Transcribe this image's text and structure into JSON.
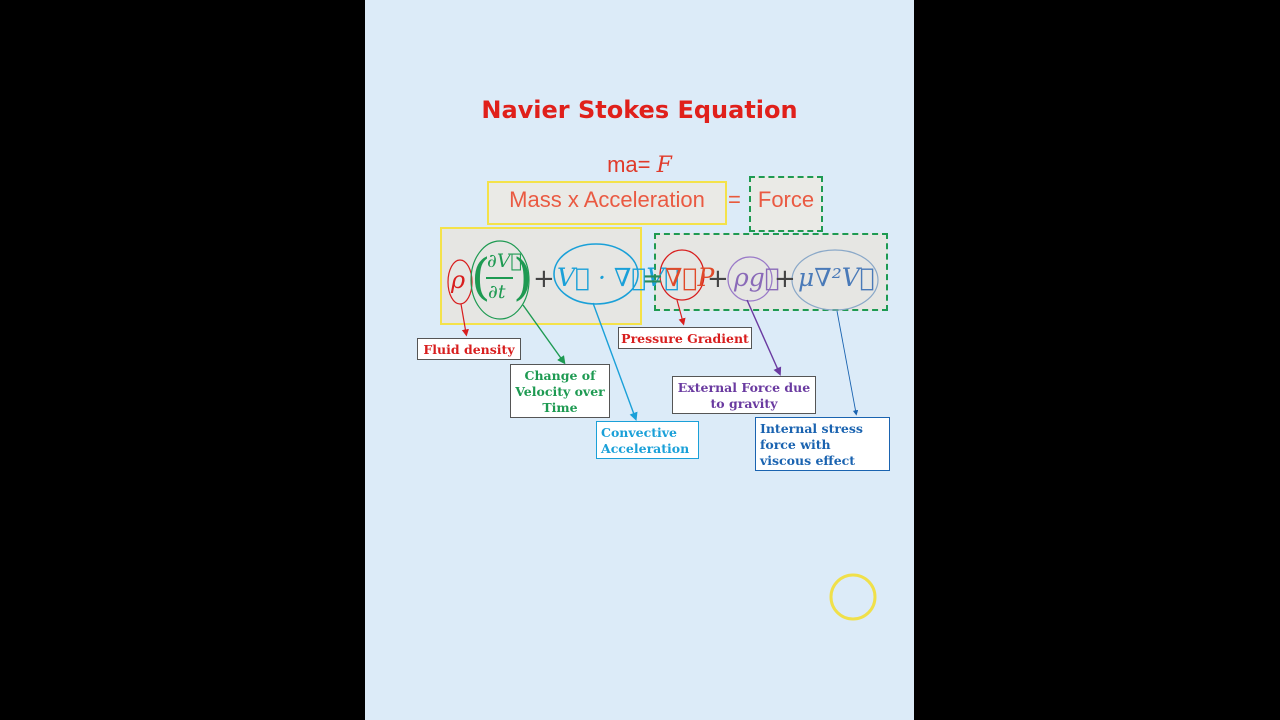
{
  "title": "Navier Stokes Equation",
  "basic_equation": {
    "lhs": "ma",
    "eq": "=",
    "rhs": "F"
  },
  "word_equation": {
    "lhs": "Mass x Acceleration",
    "eq": "=",
    "rhs": "Force"
  },
  "navier_stokes": {
    "rho": "ρ",
    "dV": "∂V⃗",
    "dt": "∂t",
    "plus1": "+",
    "convective": "V⃗ · ∇⃗V⃗",
    "equals": "=",
    "pressure": "∇⃗P",
    "plus2": "+",
    "gravity": "ρg⃗",
    "plus3": "+",
    "viscous": "μ∇²V⃗"
  },
  "labels": {
    "fluid_density": "Fluid density",
    "change_velocity": [
      "Change of",
      "Velocity over",
      "Time"
    ],
    "convective": [
      "Convective",
      "Acceleration"
    ],
    "pressure_gradient": "Pressure Gradient",
    "external_force": [
      "External Force due",
      "to gravity"
    ],
    "internal_stress": [
      "Internal stress",
      "force with",
      "viscous effect"
    ]
  },
  "colors": {
    "title": "#e0201b",
    "fluid_density": "#d81e1e",
    "change_velocity": "#1e9a52",
    "convective": "#1aa0d8",
    "pressure_gradient": "#d81e1e",
    "external_force": "#6a3aa0",
    "internal_stress": "#1a63b0"
  }
}
